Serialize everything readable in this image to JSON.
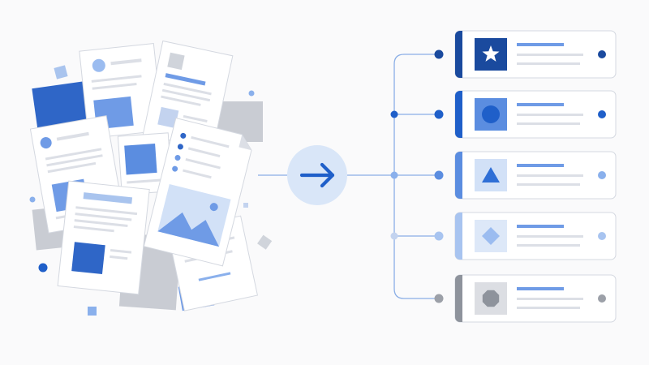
{
  "theme": {
    "background": "#fafafb",
    "card_background": "#ffffff",
    "card_border": "#d4d8e0",
    "line_color": "#8aaee6",
    "arrow_circle": "#d9e6f8",
    "arrow_color": "#1f5fc9",
    "placeholder_line": "#dcdfe6",
    "placeholder_blue": "#6f9be6",
    "gray_sheet": "#c9ccd3"
  },
  "scattered_documents": {
    "description_icons": [
      "document-icon",
      "image-icon",
      "photo-icon",
      "list-icon"
    ]
  },
  "hub": {
    "icon": "arrow-right-icon"
  },
  "categories": [
    {
      "id": "star",
      "icon": "star-icon",
      "accent": "#1a4a9e",
      "tile": "#1a4a9e",
      "glyph": "#ffffff",
      "node": "#1a4a9e",
      "dot": "#1a4a9e"
    },
    {
      "id": "circle",
      "icon": "circle-icon",
      "accent": "#1f5fc9",
      "tile": "#5b8de0",
      "glyph": "#1f5fc9",
      "node": "#1f5fc9",
      "dot": "#1f5fc9"
    },
    {
      "id": "triangle",
      "icon": "triangle-icon",
      "accent": "#5b8de0",
      "tile": "#d2e1f7",
      "glyph": "#2f6fd6",
      "node": "#5b8de0",
      "dot": "#8ab0ec"
    },
    {
      "id": "diamond",
      "icon": "diamond-icon",
      "accent": "#a8c4f0",
      "tile": "#dde8f8",
      "glyph": "#9bbcf0",
      "node": "#a8c4f0",
      "dot": "#a8c4f0"
    },
    {
      "id": "octagon",
      "icon": "octagon-icon",
      "accent": "#8e939c",
      "tile": "#dcdee3",
      "glyph": "#8e939c",
      "node": "#9ca0a8",
      "dot": "#9ca0a8"
    }
  ]
}
